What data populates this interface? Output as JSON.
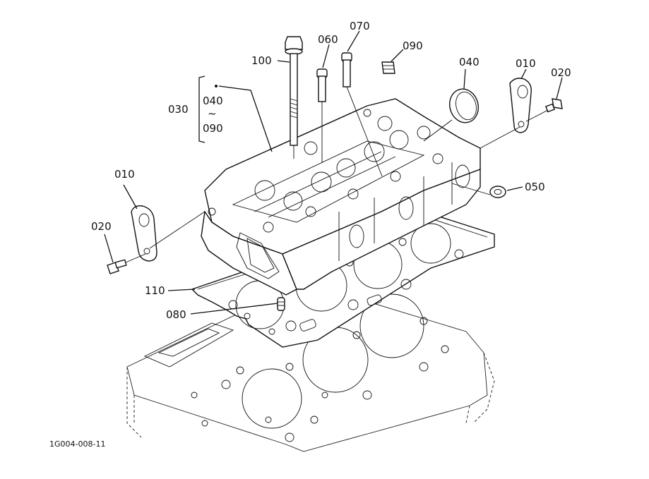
{
  "drawing_ref": "1G004-008-11",
  "labels": {
    "p100": "100",
    "p060": "060",
    "p070": "070",
    "p090": "090",
    "p040": "040",
    "p010_right": "010",
    "p020_right": "020",
    "p030": "030",
    "p030_range_from": "040",
    "p030_range_sep": "~",
    "p030_range_to": "090",
    "p050": "050",
    "p010_left": "010",
    "p020_left": "020",
    "p110": "110",
    "p080": "080"
  }
}
